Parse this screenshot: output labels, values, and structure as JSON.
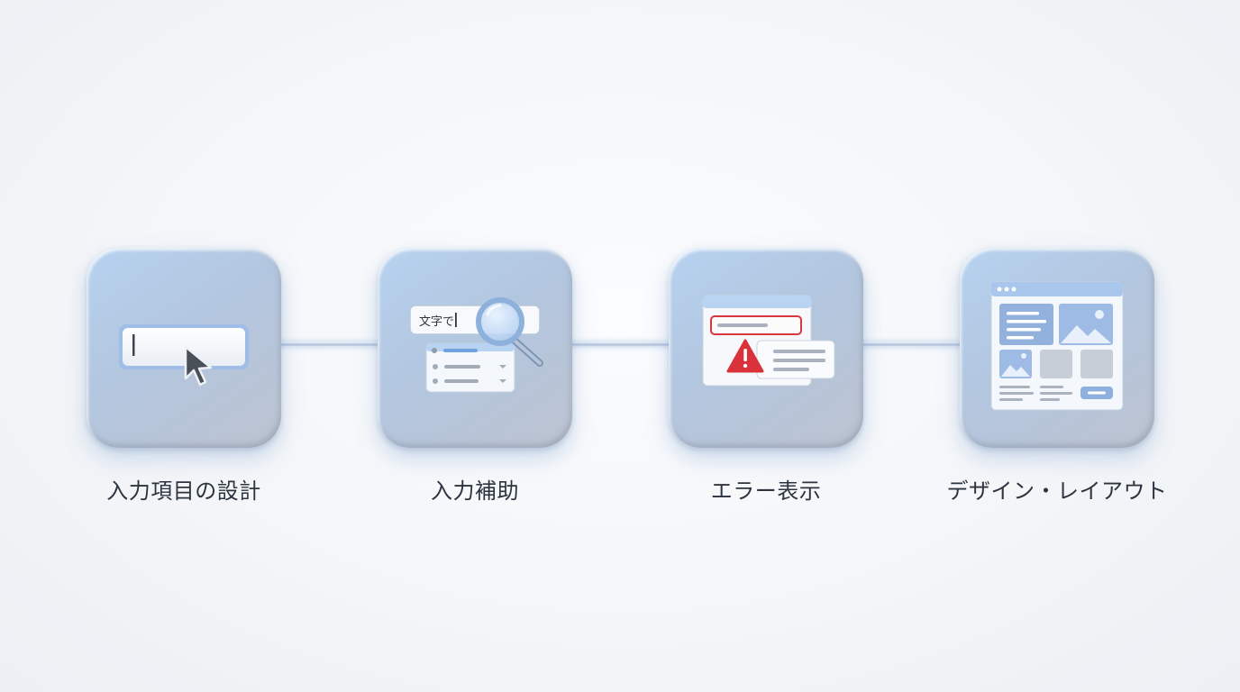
{
  "steps": [
    {
      "label": "入力項目の設計",
      "icon": "text-field-cursor-icon"
    },
    {
      "label": "入力補助",
      "icon": "autocomplete-search-icon",
      "field_text": "文字で"
    },
    {
      "label": "エラー表示",
      "icon": "error-warning-icon"
    },
    {
      "label": "デザイン・レイアウト",
      "icon": "layout-wireframe-icon"
    }
  ],
  "colors": {
    "tile": "#b6cbe5",
    "connector": "#b8c8dd",
    "label": "#2c3440",
    "error": "#d9323a",
    "accent": "#6f9fd8"
  }
}
